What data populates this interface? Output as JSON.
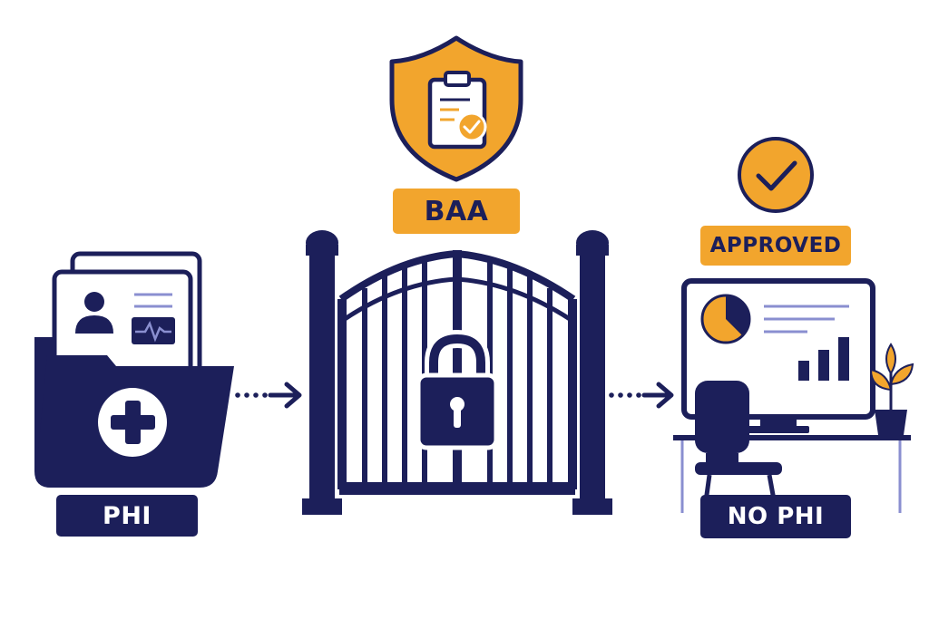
{
  "labels": {
    "phi": "PHI",
    "baa": "BAA",
    "approved": "APPROVED",
    "no_phi": "NO PHI"
  },
  "colors": {
    "navy": "#1c1f5a",
    "gold": "#f2a52d",
    "lavender": "#8a8fd0",
    "white": "#ffffff"
  },
  "icons": [
    "medical-folder-icon",
    "patient-card-icon",
    "heartbeat-icon",
    "medical-cross-icon",
    "arrow-right-icon",
    "shield-icon",
    "clipboard-icon",
    "check-icon",
    "gate-icon",
    "padlock-icon",
    "check-circle-icon",
    "monitor-icon",
    "pie-chart-icon",
    "bar-chart-icon",
    "chair-icon",
    "desk-icon",
    "plant-icon"
  ]
}
